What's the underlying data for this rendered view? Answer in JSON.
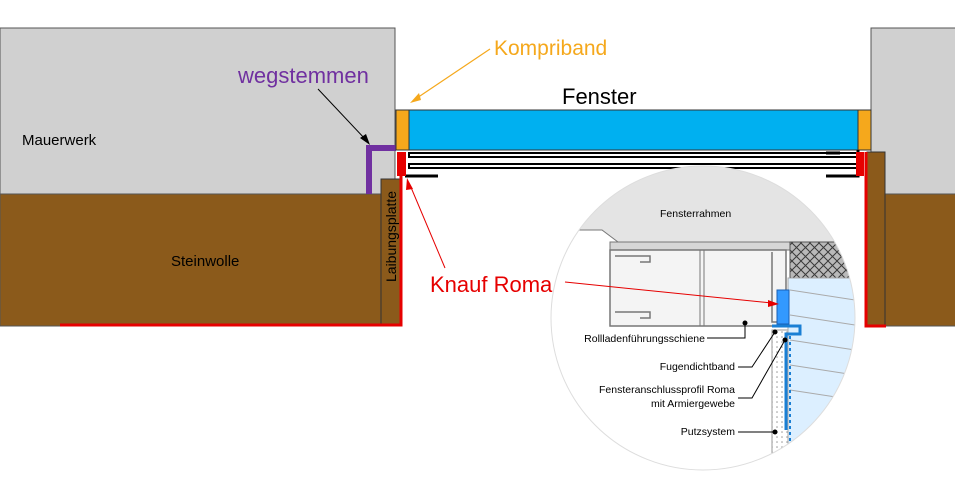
{
  "colors": {
    "mauerwerk": "#d0d0d0",
    "steinwolle": "#8b5a1b",
    "fenster": "#00b0f0",
    "kompriband": "#f5a81c",
    "knauf_roma": "#e60000",
    "wegstemmen": "#7030a0",
    "detail_bg": "#f2f2f2"
  },
  "labels": {
    "mauerwerk": "Mauerwerk",
    "steinwolle": "Steinwolle",
    "laibungsplatte": "Laibungsplatte",
    "fenster": "Fenster",
    "kompriband": "Kompriband",
    "wegstemmen": "wegstemmen",
    "knauf_roma": "Knauf Roma"
  },
  "detail": {
    "fensterrahmen": "Fensterrahmen",
    "rollladen": "Rollladenführungsschiene",
    "fugendichtband": "Fugendichtband",
    "profil_line1": "Fensteranschlussprofil Roma",
    "profil_line2": "mit Armiergewebe",
    "putzsystem": "Putzsystem"
  }
}
